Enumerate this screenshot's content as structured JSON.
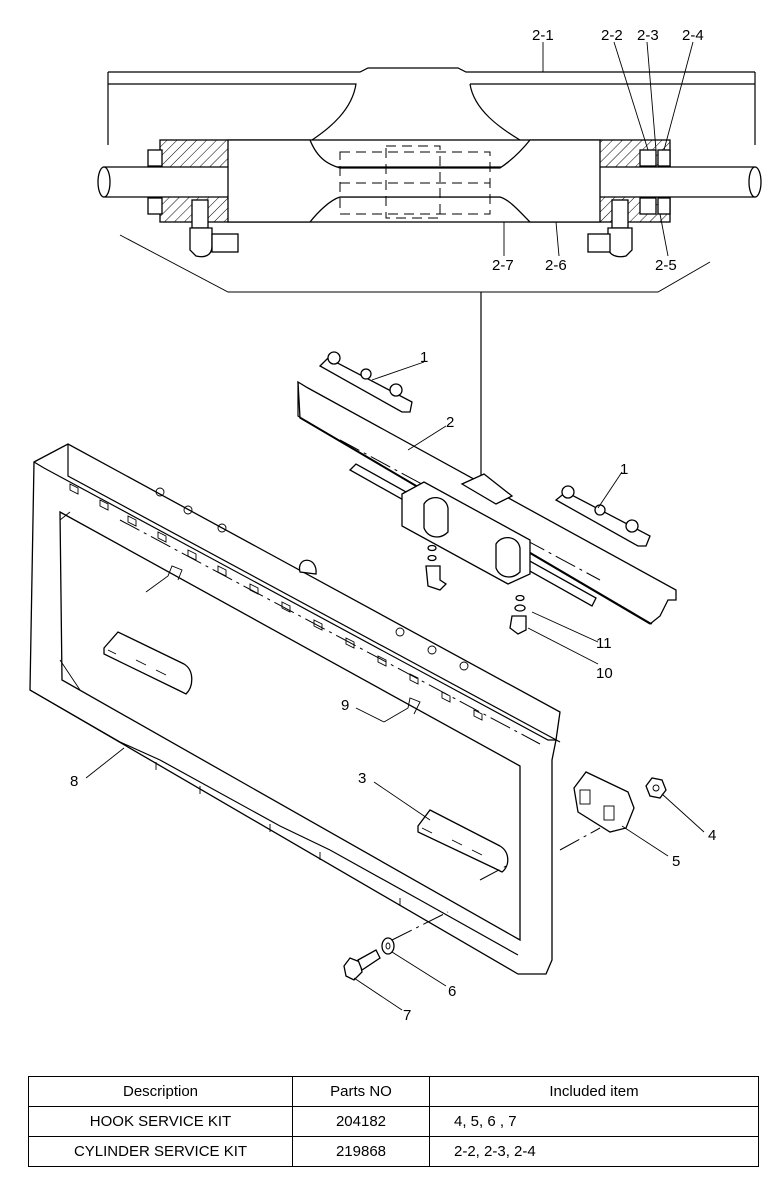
{
  "callouts": {
    "c2_1": "2-1",
    "c2_2": "2-2",
    "c2_3": "2-3",
    "c2_4": "2-4",
    "c2_5": "2-5",
    "c2_6": "2-6",
    "c2_7": "2-7",
    "c1a": "1",
    "c1b": "1",
    "c2": "2",
    "c3": "3",
    "c4": "4",
    "c5": "5",
    "c6": "6",
    "c7": "7",
    "c8": "8",
    "c9": "9",
    "c10": "10",
    "c11": "11"
  },
  "table": {
    "headers": [
      "Description",
      "Parts NO",
      "Included item"
    ],
    "rows": [
      [
        "HOOK SERVICE KIT",
        "204182",
        "4, 5, 6 , 7"
      ],
      [
        "CYLINDER SERVICE KIT",
        "219868",
        "2-2, 2-3, 2-4"
      ]
    ]
  }
}
